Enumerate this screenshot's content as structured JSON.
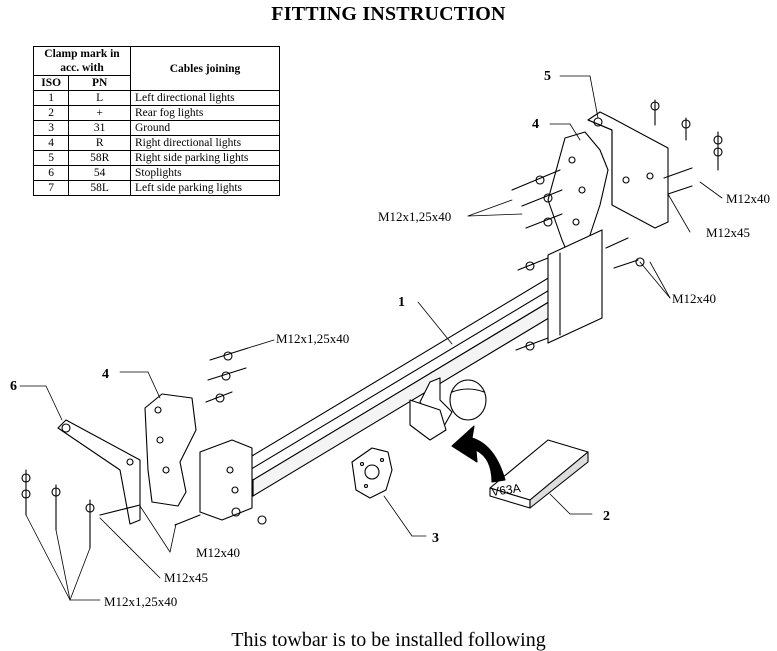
{
  "title": "FITTING INSTRUCTION",
  "table": {
    "header_clamp": "Clamp mark in acc. with",
    "header_cables": "Cables joining",
    "header_iso": "ISO",
    "header_pn": "PN",
    "rows": [
      {
        "iso": "1",
        "pn": "L",
        "desc": "Left directional lights"
      },
      {
        "iso": "2",
        "pn": "+",
        "desc": "Rear fog lights"
      },
      {
        "iso": "3",
        "pn": "31",
        "desc": "Ground"
      },
      {
        "iso": "4",
        "pn": "R",
        "desc": "Right directional lights"
      },
      {
        "iso": "5",
        "pn": "58R",
        "desc": "Right side parking lights"
      },
      {
        "iso": "6",
        "pn": "54",
        "desc": "Stoplights"
      },
      {
        "iso": "7",
        "pn": "58L",
        "desc": "Left side parking lights"
      }
    ]
  },
  "callouts": {
    "part1": "1",
    "part2": "2",
    "part3": "3",
    "part4_right": "4",
    "part4_left": "4",
    "part5": "5",
    "part6": "6"
  },
  "bolts": {
    "right_top": "M12x40",
    "right_fine": "M12x1,25x40",
    "right_m45": "M12x45",
    "right_center": "M12x40",
    "left_fine_top": "M12x1,25x40",
    "left_m40": "M12x40",
    "left_m45": "M12x45",
    "left_fine_bottom": "M12x1,25x40"
  },
  "stamp": "V63A",
  "footer": "This towbar is to be installed following"
}
